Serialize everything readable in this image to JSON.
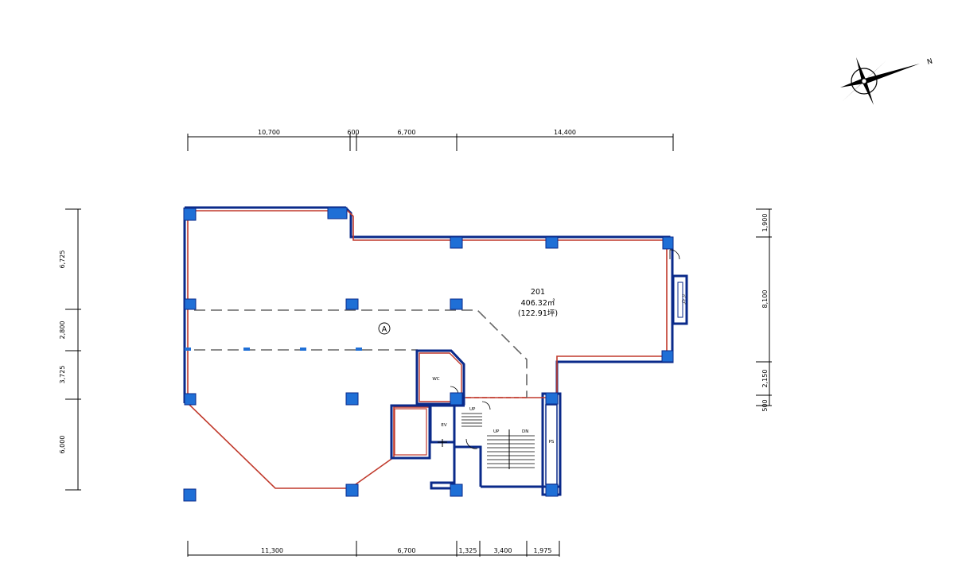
{
  "room": {
    "number": "201",
    "area": "406.32㎡",
    "tsubo": "(122.91坪)",
    "zone_label": "A"
  },
  "labels": {
    "wc": "WC",
    "ev": "EV",
    "ps": "PS",
    "up_landing": "UP",
    "up_stair": "UP",
    "dn_stair": "DN",
    "side_unit": "ﾊﾟｲﾌﾟ"
  },
  "north": {
    "letter": "N"
  },
  "dimensions": {
    "top": [
      "10,700",
      "600",
      "6,700",
      "14,400"
    ],
    "bottom": [
      "11,300",
      "6,700",
      "1,325",
      "3,400",
      "1,975"
    ],
    "left": [
      "6,725",
      "2,800",
      "3,725",
      "6,000"
    ],
    "right": [
      "1,900",
      "8,100",
      "2,150",
      "500"
    ]
  },
  "colors": {
    "column": "#1f6fd6",
    "wall": "#0a2a8a",
    "boundary": "#c0392b",
    "dimension": "#000000"
  }
}
